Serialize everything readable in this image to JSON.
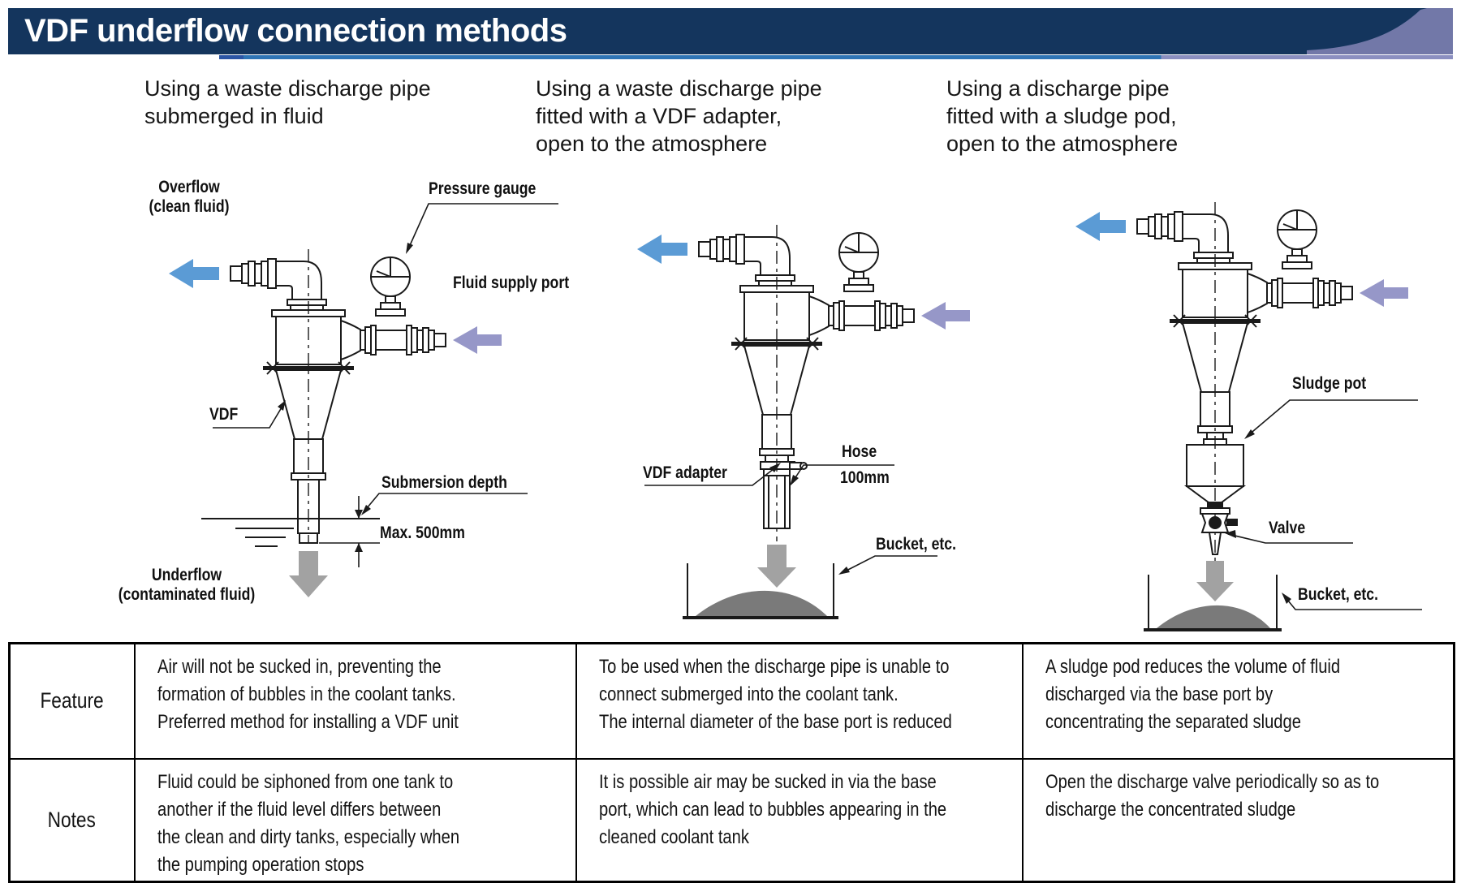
{
  "header": {
    "title": "VDF underflow connection methods"
  },
  "methods": [
    {
      "heading": "Using a waste discharge pipe\nsubmerged in fluid",
      "labels": {
        "overflow": "Overflow\n(clean fluid)",
        "pressure_gauge": "Pressure gauge",
        "fluid_supply_port": "Fluid supply port",
        "vdf": "VDF",
        "submersion_depth": "Submersion depth",
        "max_depth": "Max. 500mm",
        "underflow": "Underflow\n(contaminated fluid)"
      }
    },
    {
      "heading": "Using a waste discharge pipe\nfitted with a VDF adapter,\nopen to the atmosphere",
      "labels": {
        "vdf_adapter": "VDF adapter",
        "hose": "Hose",
        "hose_size": "100mm",
        "bucket": "Bucket, etc."
      }
    },
    {
      "heading": "Using a discharge pipe\nfitted with a sludge pod,\nopen to the atmosphere",
      "labels": {
        "sludge_pot": "Sludge pot",
        "valve": "Valve",
        "bucket": "Bucket, etc."
      }
    }
  ],
  "table": {
    "rows": [
      {
        "label": "Feature",
        "cells": [
          "Air will not be sucked in, preventing the\nformation of bubbles in the coolant tanks.\nPreferred method for installing a VDF unit",
          "To be used when the discharge pipe is unable to\nconnect submerged into the coolant tank.\nThe internal diameter of the base port is reduced",
          "A sludge pod reduces the volume of fluid\ndischarged via the base port by\nconcentrating the separated sludge"
        ]
      },
      {
        "label": "Notes",
        "cells": [
          "Fluid could be siphoned from one tank to\nanother if the fluid level differs between\nthe clean and dirty tanks, especially when\nthe pumping operation stops",
          "It is possible air may be sucked in via the base\nport, which can lead to bubbles appearing in the\ncleaned coolant tank",
          "Open the discharge valve periodically so as to\ndischarge the concentrated sludge"
        ]
      }
    ]
  },
  "colors": {
    "header_bg": "#14355d",
    "header_swoosh": "#7278a8",
    "accent_royal": "#2b55a5",
    "accent_blue": "#2e74b5",
    "accent_lavender": "#8b8fc0",
    "overflow_arrow": "#5b9bd5",
    "supply_arrow": "#9697c8",
    "underflow_arrow": "#a2a2a2",
    "sludge_fill": "#7a7a7a",
    "line_color": "#1a1a1a"
  }
}
